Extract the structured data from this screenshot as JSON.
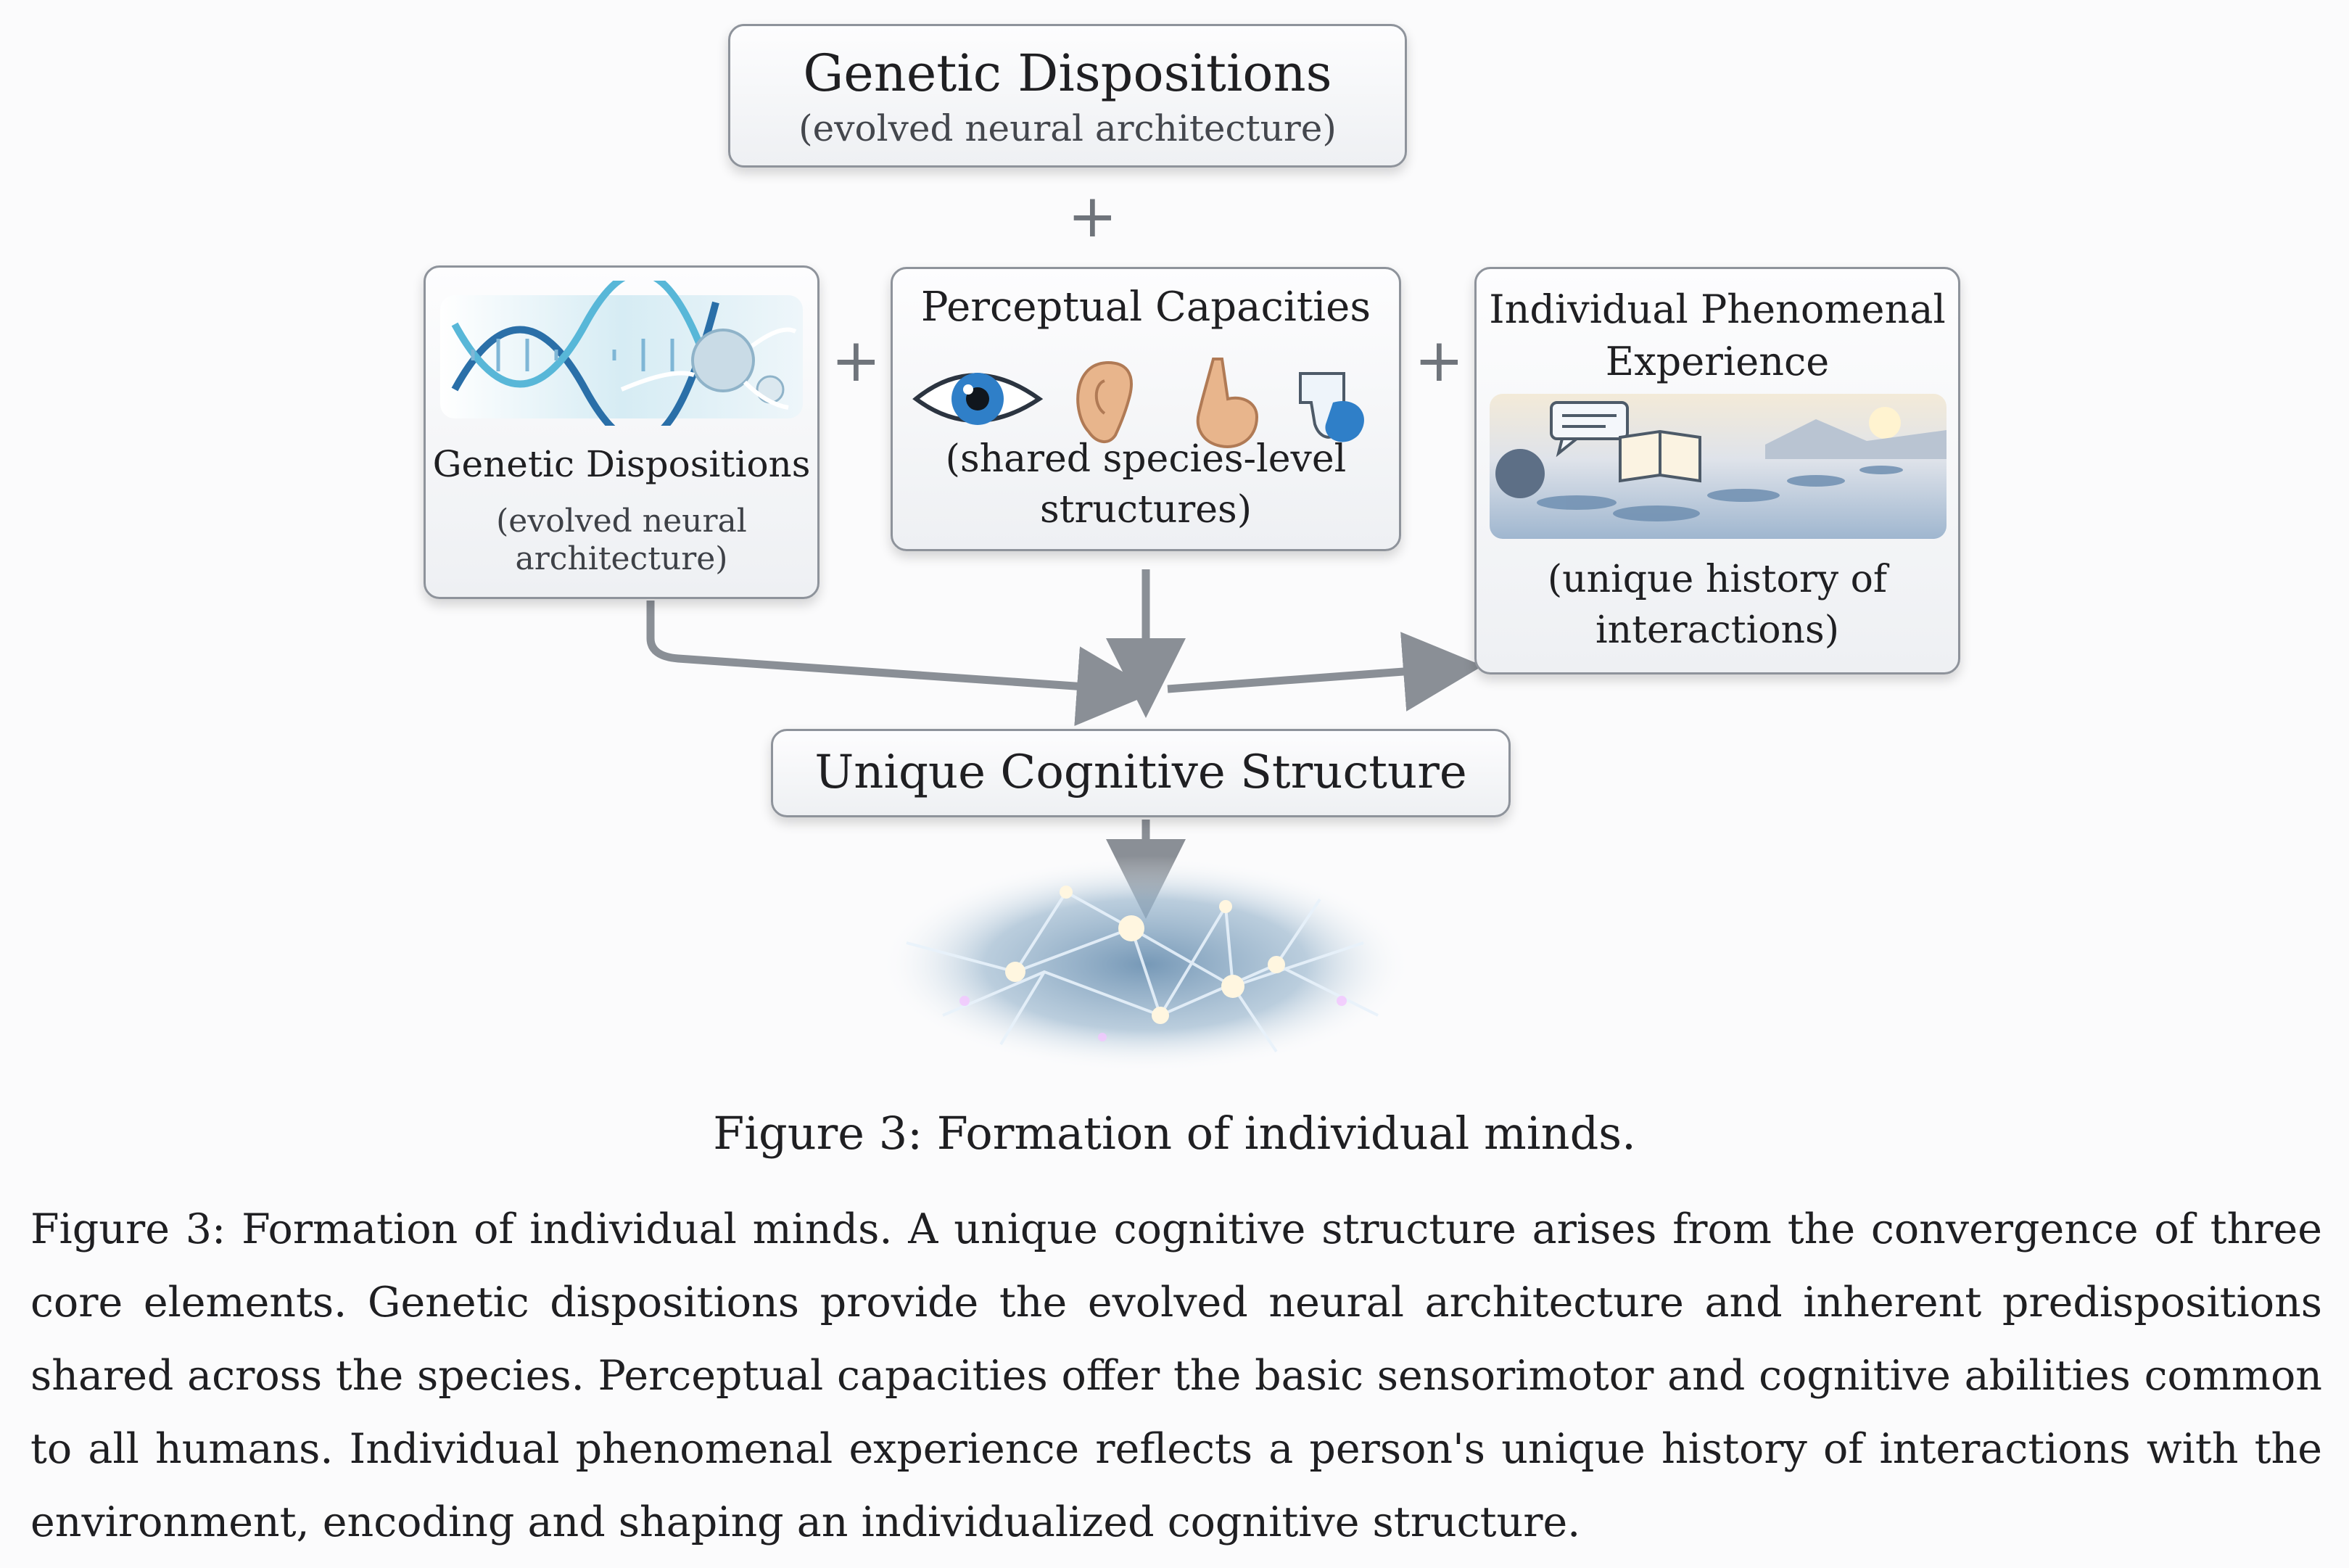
{
  "top_box": {
    "title": "Genetic Dispositions",
    "subtitle": "(evolved neural architecture)"
  },
  "plus": "+",
  "left_box": {
    "title": "Genetic Dispositions",
    "subtitle_line1": "(evolved neural",
    "subtitle_line2": "architecture)"
  },
  "middle_box": {
    "title": "Perceptual Capacities",
    "subtitle_line1": "(shared species-level",
    "subtitle_line2": "structures)"
  },
  "right_box": {
    "title_line1": "Individual Phenomenal",
    "title_line2": "Experience",
    "subtitle_line1": "(unique history of",
    "subtitle_line2": "interactions)",
    "book_glyph": "📖"
  },
  "result_box": {
    "title": "Unique Cognitive Structure"
  },
  "figure_title": "Figure 3: Formation of individual minds.",
  "caption": "Figure 3: Formation of individual minds. A unique cognitive structure arises from the convergence of three core elements. Genetic dispositions provide the evolved neural architecture and inherent predispositions shared across the species. Perceptual capacities offer the basic sensorimotor and cognitive abilities common to all humans. Individual phenomenal experience reflects a person's unique history of interactions with the environment, encoding and shaping an individualized cognitive structure.",
  "colors": {
    "box_border": "#8e939b",
    "arrow": "#8a8f96",
    "eye_iris": "#2f7fc8",
    "skin": "#e8b58c",
    "neural_bg": "#8fb2cc"
  }
}
